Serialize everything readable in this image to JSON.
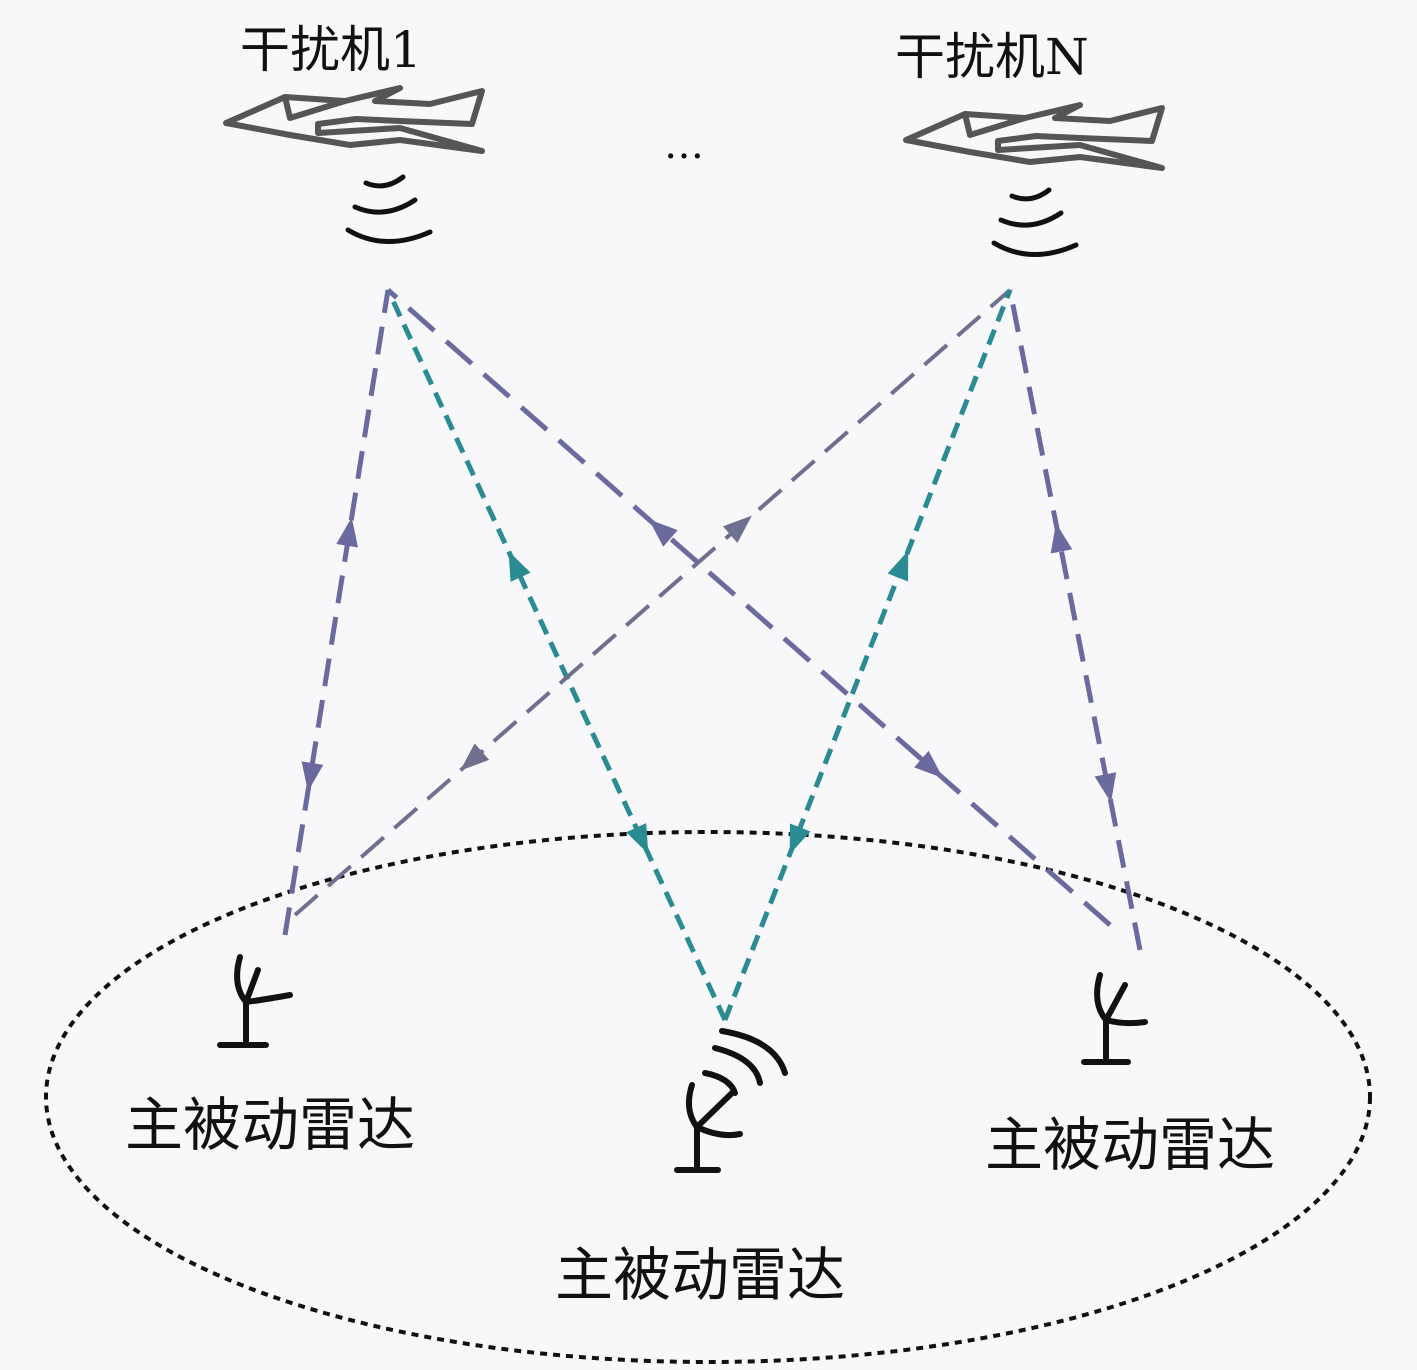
{
  "jammers": [
    {
      "label": "干扰机1"
    },
    {
      "label": "干扰机N"
    }
  ],
  "ellipsis": "…",
  "radars": [
    {
      "label": "主被动雷达"
    },
    {
      "label": "主被动雷达"
    },
    {
      "label": "主被动雷达"
    }
  ],
  "colors": {
    "purple": "#6b6a9e",
    "gray_purple": "#6f7090",
    "teal": "#2b8b93",
    "ellipse": "#111111",
    "plane": "#555555"
  }
}
